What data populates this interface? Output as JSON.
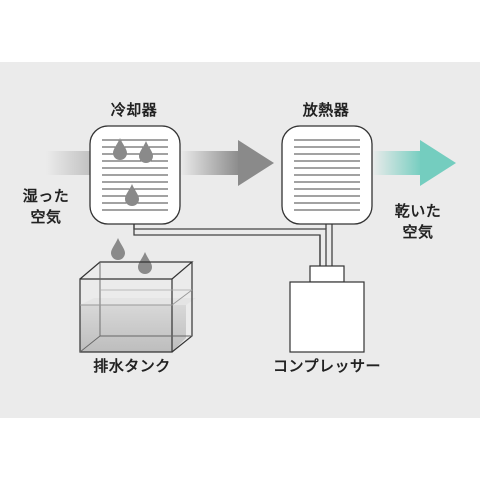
{
  "labels": {
    "cooler": "冷却器",
    "radiator": "放熱器",
    "humid_air_line1": "湿った",
    "humid_air_line2": "空気",
    "dry_air_line1": "乾いた",
    "dry_air_line2": "空気",
    "drain_tank": "排水タンク",
    "compressor": "コンプレッサー"
  },
  "colors": {
    "background": "#ebebeb",
    "outline": "#333333",
    "humid_arrow": "#9a9a9a",
    "dry_arrow": "#7fcfc4",
    "water_drop": "#8a8a8a",
    "tank_water": "#c8c8c8"
  }
}
